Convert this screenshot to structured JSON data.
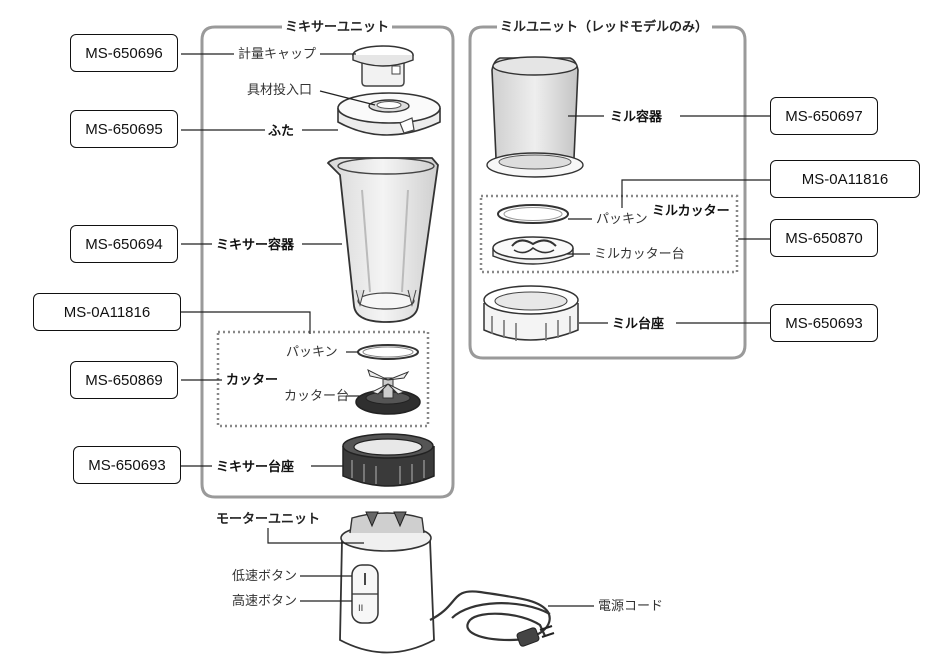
{
  "sections": {
    "mixer_unit": "ミキサーユニット",
    "mill_unit": "ミルユニット（レッドモデルのみ）",
    "motor_unit": "モーターユニット"
  },
  "parts": {
    "measuring_cap": "計量キャップ",
    "ingredient_inlet": "具材投入口",
    "lid": "ふた",
    "mixer_container": "ミキサー容器",
    "packing_mixer": "パッキン",
    "cutter": "カッター",
    "cutter_base": "カッター台",
    "mixer_base_seat": "ミキサー台座",
    "low_speed_button": "低速ボタン",
    "high_speed_button": "高速ボタン",
    "power_cord": "電源コード",
    "mill_container": "ミル容器",
    "packing_mill": "パッキン",
    "mill_cutter": "ミルカッター",
    "mill_cutter_base": "ミルカッター台",
    "mill_base_seat": "ミル台座"
  },
  "part_codes": {
    "measuring_cap": "MS-650696",
    "lid": "MS-650695",
    "mixer_container": "MS-650694",
    "packing_mixer": "MS-0A11816",
    "cutter": "MS-650869",
    "mixer_base_seat": "MS-650693",
    "mill_container": "MS-650697",
    "packing_mill": "MS-0A11816",
    "mill_cutter": "MS-650870",
    "mill_base_seat": "MS-650693"
  },
  "colors": {
    "frame": "#9a9a9a",
    "dotted_group": "#888888",
    "container_tint": "#e8e8e8",
    "base_dark": "#3a3a3a"
  }
}
